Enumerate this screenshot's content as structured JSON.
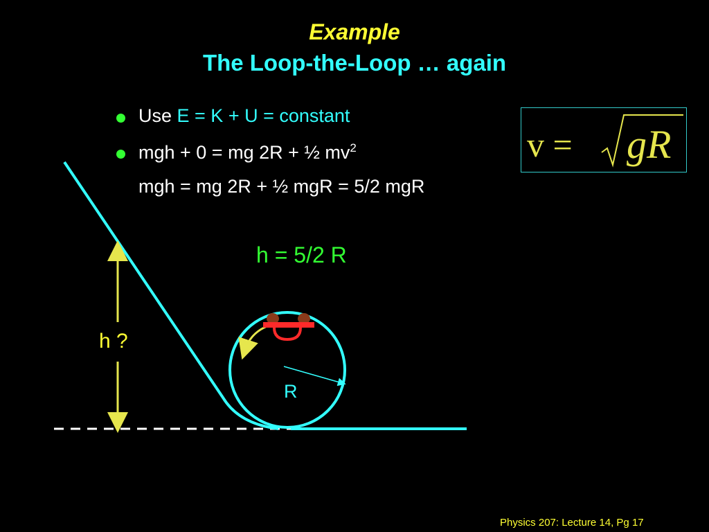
{
  "title": {
    "line1": "Example",
    "line2": "The Loop-the-Loop … again"
  },
  "bullets": [
    {
      "prefix": "Use ",
      "highlight": "E = K + U = constant"
    },
    {
      "text": "mgh + 0 = mg 2R + ½ mv",
      "sup": "2"
    }
  ],
  "continuation": "mgh = mg 2R + ½ mgR = 5/2 mgR",
  "result": "h = 5/2 R",
  "formula": {
    "lhs": "v =",
    "radicand": "gR"
  },
  "diagram": {
    "height_label": "h ?",
    "radius_label": "R"
  },
  "footer": "Physics 207: Lecture 14, Pg 17",
  "colors": {
    "title_italic": "#ffff33",
    "title_bold": "#33ffff",
    "bullet": "#33ff33",
    "track": "#33ffff",
    "arrow": "#e6e64d",
    "formula": "#e6e64d",
    "cart": "#ff2a2a"
  }
}
